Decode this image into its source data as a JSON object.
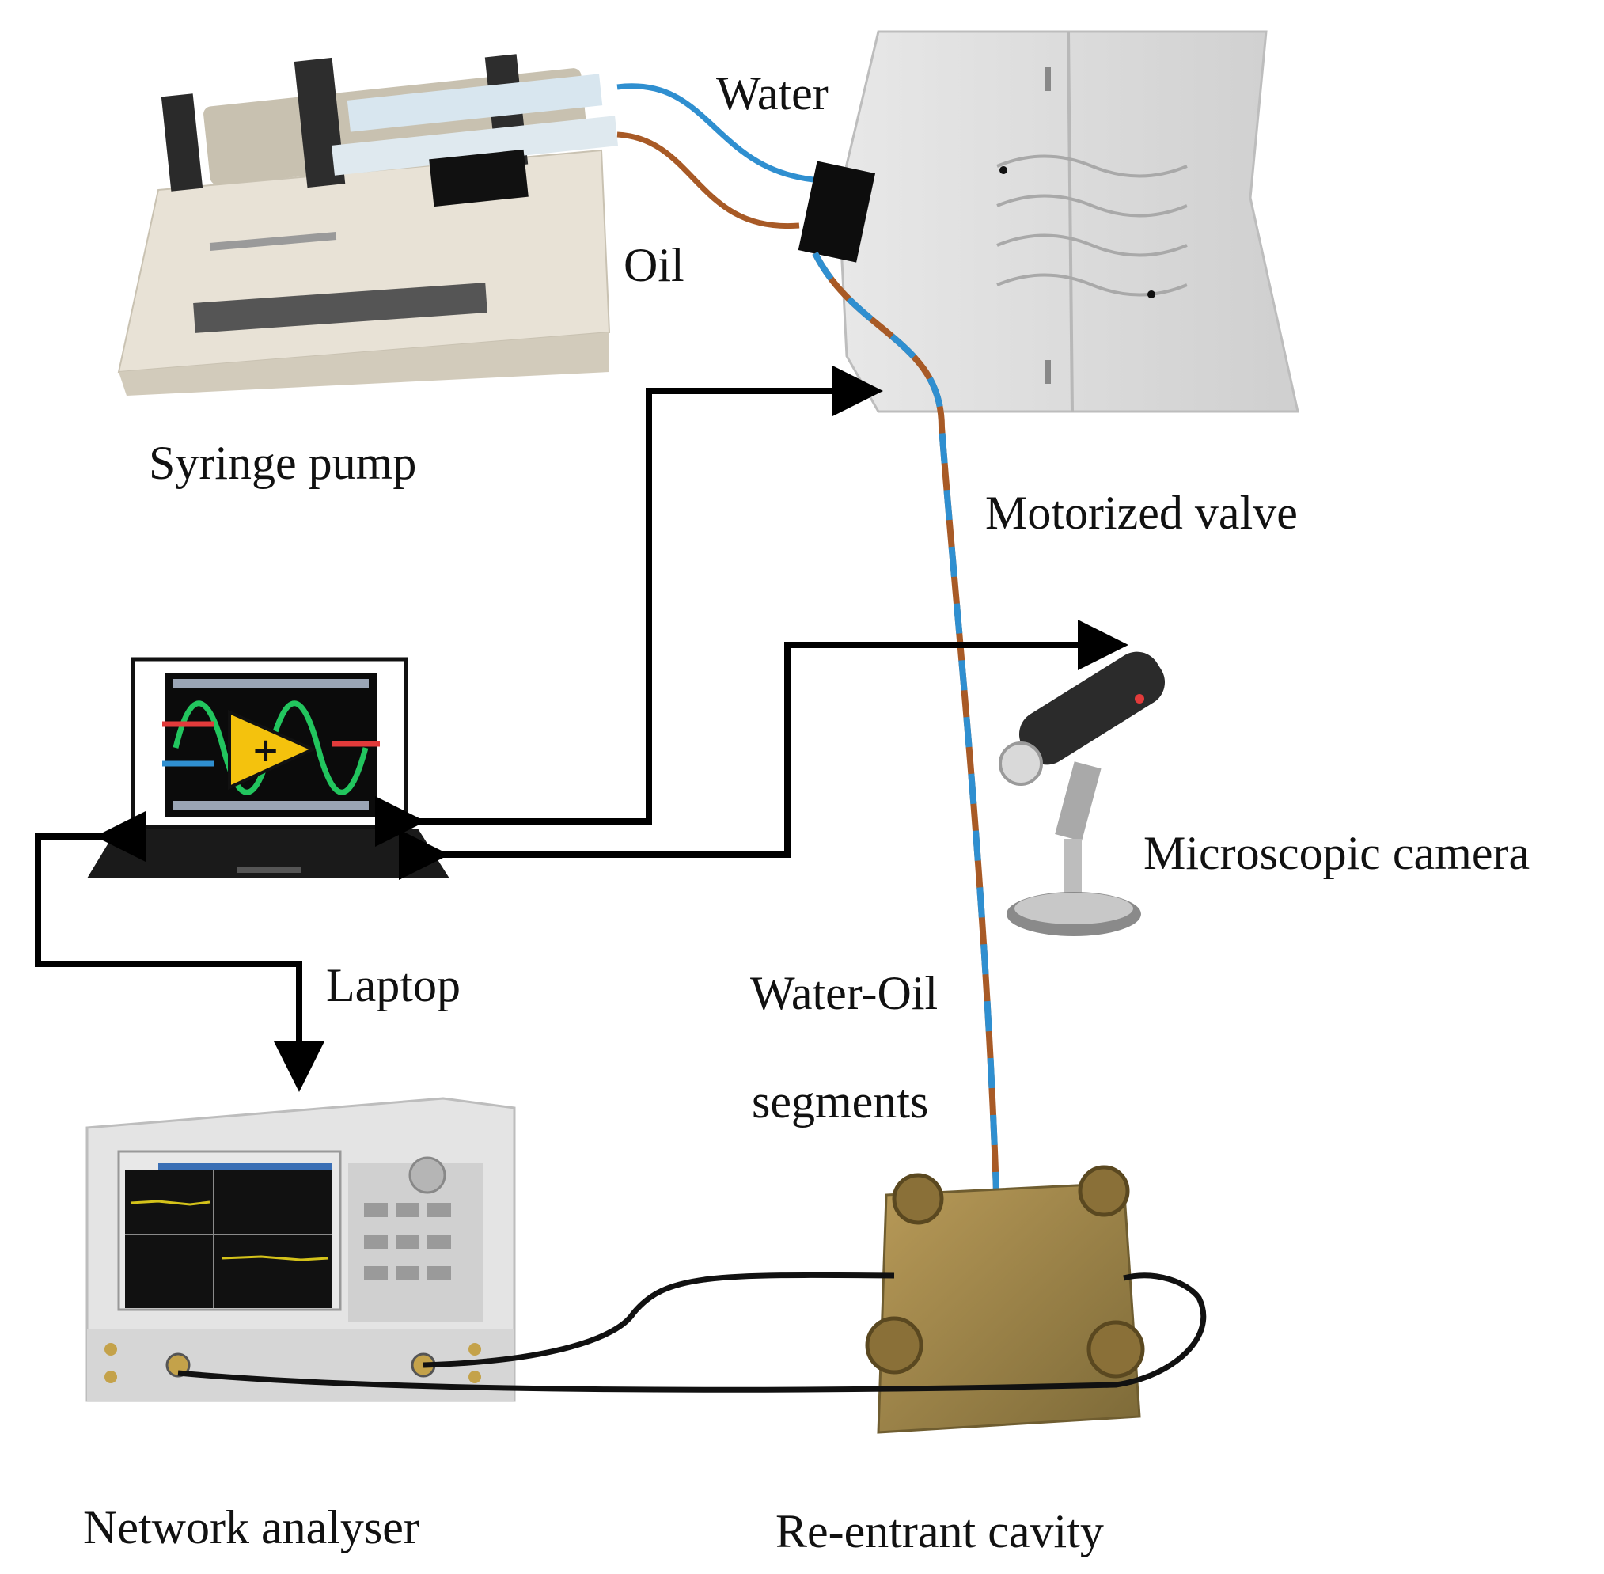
{
  "labels": {
    "syringe_pump": "Syringe pump",
    "water": "Water",
    "oil": "Oil",
    "motorized_valve": "Motorized valve",
    "microscopic_camera": "Microscopic camera",
    "laptop": "Laptop",
    "water_oil_line1": "Water-Oil",
    "water_oil_line2": "segments",
    "network_analyser": "Network analyser",
    "re_entrant_cavity": "Re-entrant cavity"
  },
  "colors": {
    "water": "#2f8fd0",
    "oil": "#a85a26",
    "arrow": "#000000",
    "cable": "#111111",
    "brass": "#a58a4a"
  }
}
